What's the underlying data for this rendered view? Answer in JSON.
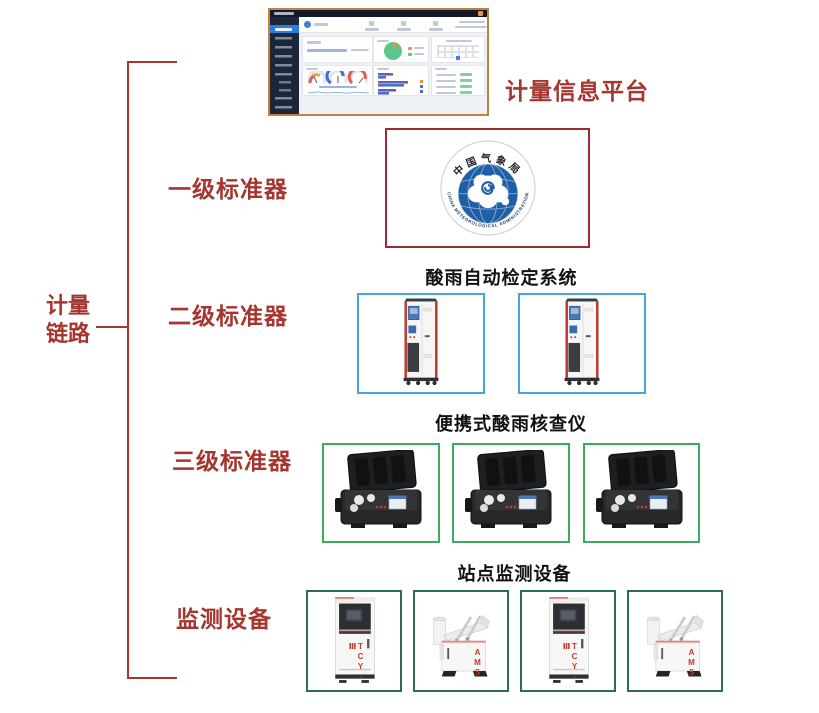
{
  "colors": {
    "label_red": "#a5352e",
    "cma_box_border": "#9c2b33",
    "level2_box_border": "#44a6dc",
    "level3_box_border": "#3bad5a",
    "monitoring_box_border": "#2f6b5c",
    "dashboard_frame": "#c5803e",
    "title_black": "#111111"
  },
  "bracket": {
    "lines": [
      "计量",
      "链路"
    ]
  },
  "platform": {
    "label": "计量信息平台"
  },
  "levels": {
    "level1": {
      "label": "一级标准器"
    },
    "level2": {
      "label": "二级标准器",
      "title": "酸雨自动检定系统",
      "device_count": 2
    },
    "level3": {
      "label": "三级标准器",
      "title": "便携式酸雨核查仪",
      "device_count": 3
    },
    "monitoring": {
      "label": "监测设备",
      "title": "站点监测设备",
      "device_count": 4
    }
  },
  "logo": {
    "zh": "中国气象局",
    "en": "CHINA METEOROLOGICAL ADMINISTRATION"
  },
  "devices": {
    "tcy": "TCY-Ⅲ",
    "ams": "AMS"
  }
}
